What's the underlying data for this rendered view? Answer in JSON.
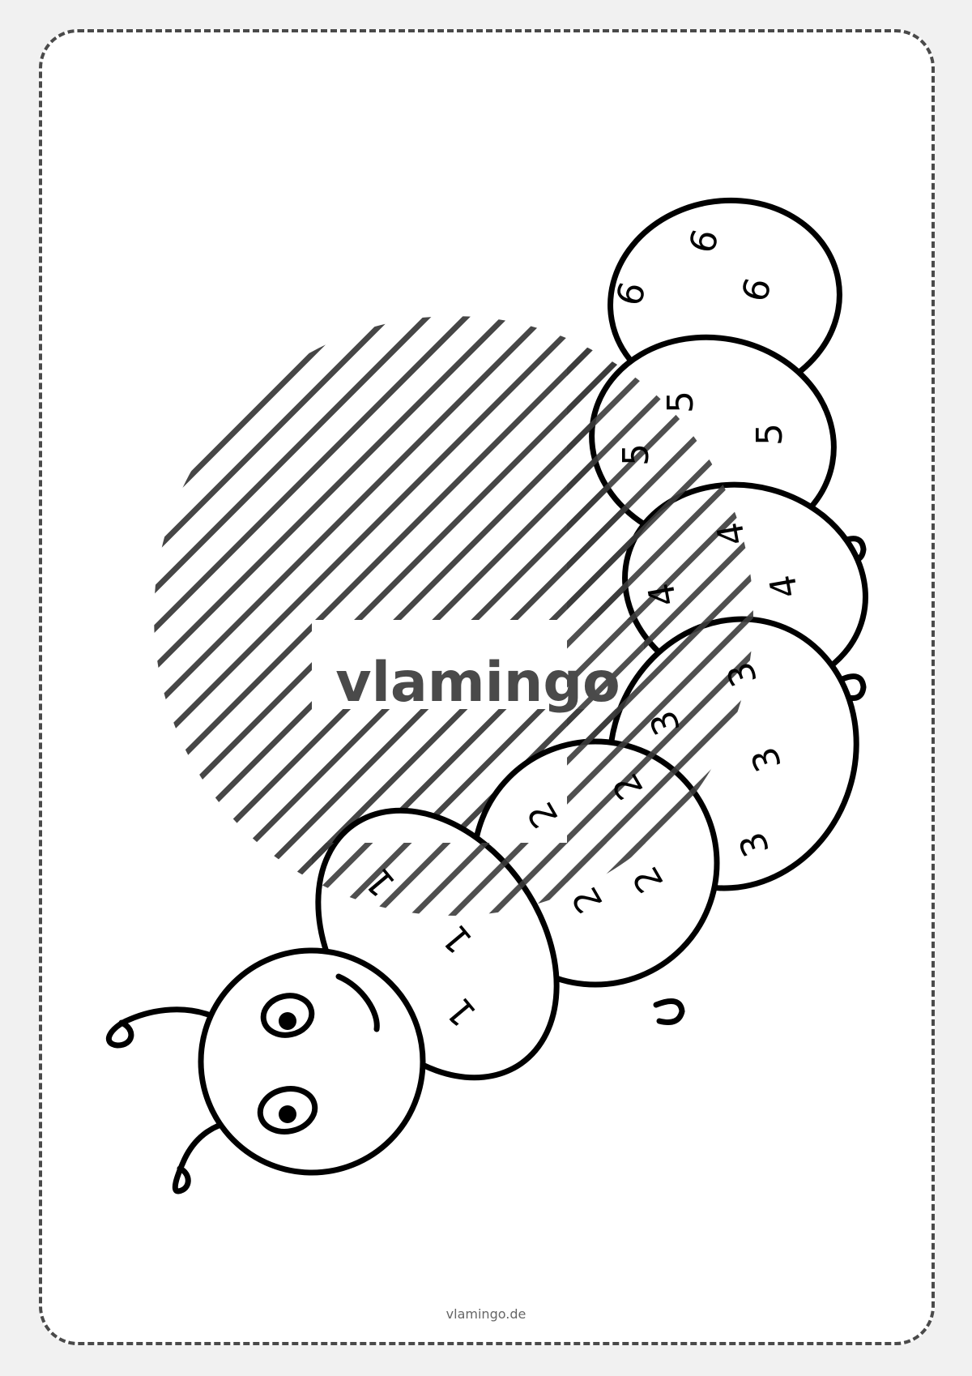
{
  "watermark": {
    "logo_text": "vlamingo",
    "logo_color": "#4a4a4a"
  },
  "caterpillar": {
    "segments": [
      {
        "number": "6",
        "labels": [
          "6",
          "6",
          "6"
        ]
      },
      {
        "number": "5",
        "labels": [
          "5",
          "5",
          "5"
        ]
      },
      {
        "number": "4",
        "labels": [
          "4",
          "4",
          "4"
        ]
      },
      {
        "number": "3",
        "labels": [
          "3",
          "3",
          "3",
          "3"
        ]
      },
      {
        "number": "2",
        "labels": [
          "2",
          "2",
          "2",
          "2"
        ]
      },
      {
        "number": "1",
        "labels": [
          "1",
          "1",
          "1"
        ]
      }
    ]
  },
  "footer": {
    "site": "vlamingo.de"
  },
  "colors": {
    "page_bg": "#f1f1f1",
    "sheet_bg": "#ffffff",
    "border": "#4a4a4a",
    "stroke": "#000000"
  }
}
